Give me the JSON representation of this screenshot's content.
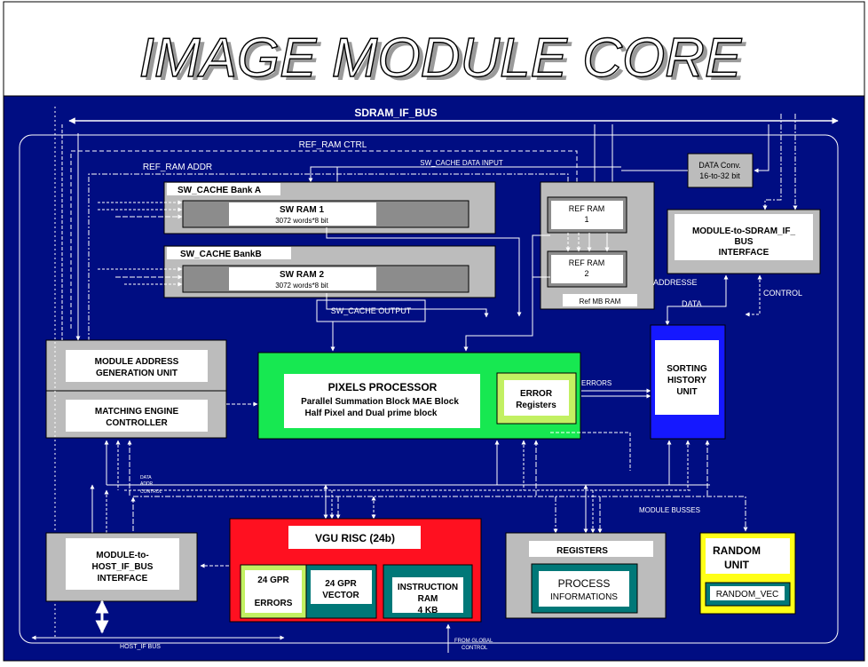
{
  "title": "IMAGE MODULE CORE",
  "colors": {
    "background": "#000d82",
    "box_gray": "#bcbcbc",
    "box_dark_gray": "#8c8c8c",
    "pixels_processor": "#17e851",
    "vgu_risc": "#ff1020",
    "random_unit": "#ffff17",
    "teal": "#007878",
    "sorting_unit": "#1518ff",
    "ok_green": "#c2f062"
  },
  "buses": {
    "sdram_if_bus": "SDRAM_IF_BUS",
    "ref_ram_ctrl": "REF_RAM CTRL",
    "ref_ram_addr": "REF_RAM ADDR",
    "sw_cache_data_input": "SW_CACHE DATA INPUT",
    "sw_cache_output": "SW_CACHE OUTPUT",
    "addresse": "ADDRESSE",
    "data": "DATA",
    "control": "CONTROL",
    "errors": "ERRORS",
    "module_busses": "MODULE BUSSES",
    "host_if_bus": "HOST_IF BUS",
    "from_glob_control": "FROM GLOBAL",
    "control_small": "CONTROL",
    "data_small": "DATA",
    "addr_small": "ADDR",
    "control_small_left": "CONTROL"
  },
  "blocks": {
    "sw_cache_a": {
      "label": "SW_CACHE   Bank A",
      "ram_title": "SW RAM 1",
      "ram_sub": "3072 words*8 bit"
    },
    "sw_cache_b": {
      "label": "SW_CACHE     BankB",
      "ram_title": "SW RAM 2",
      "ram_sub": "3072 words*8 bit"
    },
    "ref_ram_1": {
      "line1": "REF RAM",
      "line2": "1"
    },
    "ref_ram_2": {
      "line1": "REF RAM",
      "line2": "2"
    },
    "ref_mb_ram": "Ref MB RAM",
    "data_conv": {
      "line1": "DATA Conv.",
      "line2": "16-to-32 bit"
    },
    "module_sdram": {
      "line1": "MODULE-to-SDRAM_IF_",
      "line2": "BUS",
      "line3": "INTERFACE"
    },
    "module_addr": {
      "line1": "MODULE ADDRESS",
      "line2": "GENERATION UNIT"
    },
    "matching_engine": {
      "line1": "MATCHING ENGINE",
      "line2": "CONTROLLER"
    },
    "pixels_processor": {
      "line1": "PIXELS PROCESSOR",
      "line2": "Parallel Summation Block MAE Block",
      "line3": "Half Pixel and Dual prime block"
    },
    "error_registers": {
      "line1": "ERROR",
      "line2": "Registers"
    },
    "sorting_history": {
      "line1": "SORTING",
      "line2": "HISTORY",
      "line3": "UNIT"
    },
    "module_host": {
      "line1": "MODULE-to-",
      "line2": "HOST_IF_BUS",
      "line3": "INTERFACE"
    },
    "vgu_risc": {
      "title": "VGU RISC (24b)",
      "gpr_errors_1": "24 GPR",
      "gpr_errors_2": "ERRORS",
      "gpr_vector_1": "24 GPR",
      "gpr_vector_2": "VECTOR",
      "instr_1": "INSTRUCTION",
      "instr_2": "RAM",
      "instr_3": "4 KB"
    },
    "registers": {
      "title": "REGISTERS",
      "process_1": "PROCESS",
      "process_2": "INFORMATIONS"
    },
    "random_unit": {
      "line1": "RANDOM",
      "line2": "UNIT",
      "vec": "RANDOM_VEC"
    }
  }
}
